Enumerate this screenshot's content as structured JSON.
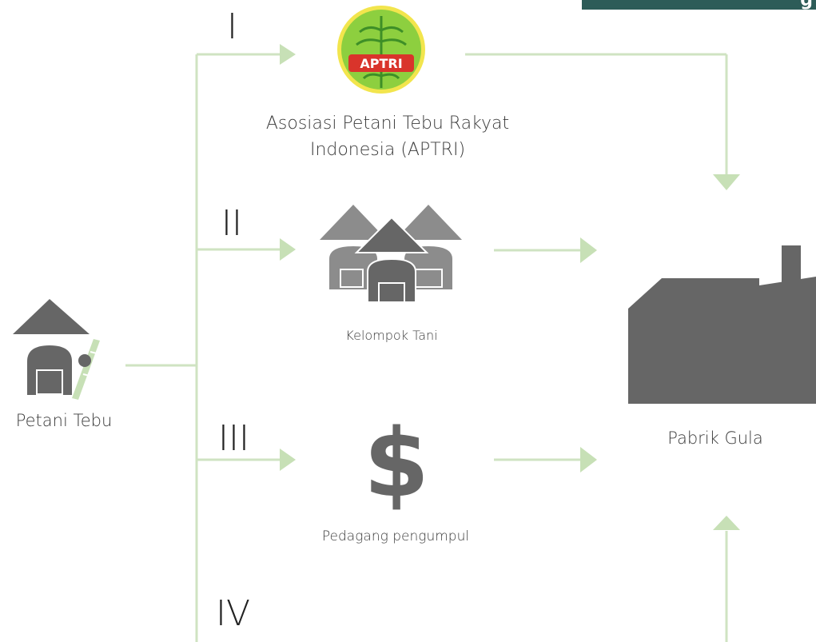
{
  "colors": {
    "line": "#cfe3c2",
    "arrow": "#c7e0b6",
    "icon_gray": "#666666",
    "icon_gray_light": "#8c8c8c",
    "banner": "#2d5c58",
    "aptri_green": "#8dcf3f",
    "aptri_red": "#d9342b"
  },
  "banner": {
    "visible_letter": "g"
  },
  "nodes": {
    "farmer": {
      "label": "Petani Tebu",
      "icon": "farmer-with-sugarcane-icon"
    },
    "aptri": {
      "label_line1": "Asosiasi Petani Tebu Rakyat",
      "label_line2": "Indonesia (APTRI)",
      "logo_text": "APTRI",
      "icon": "aptri-logo"
    },
    "group": {
      "label": "Kelompok Tani",
      "icon": "farmer-group-icon"
    },
    "trader": {
      "label": "Pedagang pengumpul",
      "icon": "dollar-sign-icon",
      "symbol": "$"
    },
    "factory": {
      "label": "Pabrik Gula",
      "icon": "factory-icon"
    }
  },
  "channels": [
    {
      "numeral": "I"
    },
    {
      "numeral": "II"
    },
    {
      "numeral": "III"
    },
    {
      "numeral": "IV"
    }
  ]
}
